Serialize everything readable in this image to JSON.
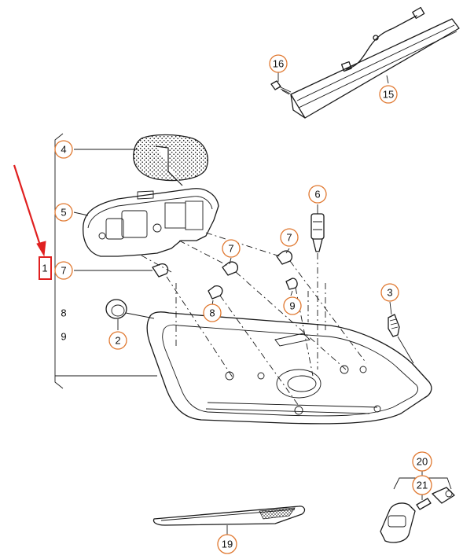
{
  "diagram": {
    "callouts": [
      {
        "id": "c16",
        "label": "16"
      },
      {
        "id": "c15",
        "label": "15"
      },
      {
        "id": "c4",
        "label": "4"
      },
      {
        "id": "c5",
        "label": "5"
      },
      {
        "id": "c6",
        "label": "6"
      },
      {
        "id": "c7a",
        "label": "7"
      },
      {
        "id": "c7b",
        "label": "7"
      },
      {
        "id": "c7c",
        "label": "7"
      },
      {
        "id": "c3",
        "label": "3"
      },
      {
        "id": "c9a",
        "label": "9"
      },
      {
        "id": "c8a",
        "label": "8"
      },
      {
        "id": "c2",
        "label": "2"
      },
      {
        "id": "c20",
        "label": "20"
      },
      {
        "id": "c21",
        "label": "21"
      },
      {
        "id": "c19",
        "label": "19"
      }
    ],
    "plain_labels": {
      "n1": "1",
      "n8": "8",
      "n9": "9"
    },
    "colors": {
      "callout_ring": "#e07830",
      "highlight": "#e02020",
      "line": "#1a1a1a"
    }
  }
}
